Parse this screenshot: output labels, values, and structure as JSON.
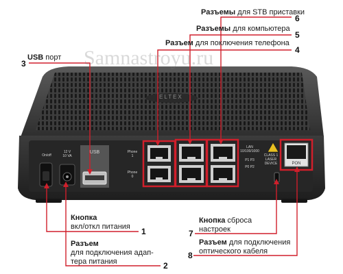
{
  "watermark": "Samnastroyu.ru",
  "colors": {
    "highlight": "#d01f2b",
    "device_body": "#3a3a3a",
    "panel": "#2b2b2b"
  },
  "device": {
    "brand": "ELTEX",
    "onoff": "On/off",
    "power": [
      "12 V",
      "10 VA"
    ],
    "usb": "USB",
    "phone1": [
      "Phone",
      "1"
    ],
    "phone0": [
      "Phone",
      "0"
    ],
    "lan": [
      "LAN",
      "10/100/1000"
    ],
    "lan_ports": [
      "P1 P3",
      "P0 P2"
    ],
    "laser": [
      "CLASS 1",
      "LASER",
      "DEVICE"
    ],
    "pon": "PON"
  },
  "callouts": {
    "c1": {
      "number": "1",
      "bold": "Кнопка",
      "text": "вкл/откл питания"
    },
    "c2": {
      "number": "2",
      "bold": "Разъем",
      "text_1": "для подключения адап-",
      "text_2": "тера питания"
    },
    "c3": {
      "number": "3",
      "bold": "USB",
      "text": " порт"
    },
    "c4": {
      "number": "4",
      "bold": "Разъем",
      "text": " для поключения телефона"
    },
    "c5": {
      "number": "5",
      "bold": "Разъемы",
      "text": " для компьютера"
    },
    "c6": {
      "number": "6",
      "bold": "Разъемы",
      "text": " для STB приставки"
    },
    "c7": {
      "number": "7",
      "bold": "Кнопка",
      "text_1": " сброса",
      "text_2": "настроек"
    },
    "c8": {
      "number": "8",
      "bold": "Разъем",
      "text_1": " для подключения",
      "text_2": "оптического кабеля"
    }
  }
}
